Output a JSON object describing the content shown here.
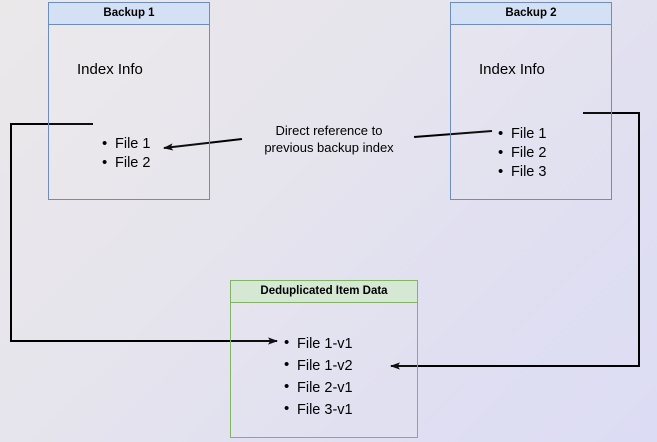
{
  "diagram": {
    "type": "backup-deduplication-flow",
    "background_gradient": [
      "#ebe8ea",
      "#dcdcf4"
    ],
    "nodes": [
      {
        "id": "backup1",
        "title": "Backup 1",
        "section_label": "Index Info",
        "accent_color": "#6c8ebf",
        "header_fill": "#d4e1f5",
        "items": [
          "File 1",
          "File 2"
        ]
      },
      {
        "id": "backup2",
        "title": "Backup 2",
        "section_label": "Index Info",
        "accent_color": "#6c8ebf",
        "header_fill": "#d4e1f5",
        "items": [
          "File 1",
          "File 2",
          "File 3"
        ]
      },
      {
        "id": "dedup",
        "title": "Deduplicated Item Data",
        "accent_color": "#82b366",
        "header_fill": "#d5e8d4",
        "items": [
          "File 1-v1",
          "File 1-v2",
          "File 2-v1",
          "File 3-v1"
        ]
      }
    ],
    "annotations": {
      "center_line1": "Direct reference to",
      "center_line2": "previous backup index"
    },
    "connectors": [
      {
        "id": "backup2-to-backup1",
        "from": "Backup 2 / File 2",
        "to": "Backup 1 / File 2",
        "label": "Direct reference to previous backup index",
        "arrow": "end",
        "color": "#000000"
      },
      {
        "id": "backup1-to-dedup",
        "from": "Backup 1 / File 1",
        "to": "Deduplicated Item Data / File 1-v1",
        "arrow": "end",
        "color": "#000000"
      },
      {
        "id": "backup2-to-dedup",
        "from": "Backup 2 / File 1",
        "to": "Deduplicated Item Data / File 1-v2",
        "arrow": "end",
        "color": "#000000"
      }
    ]
  }
}
